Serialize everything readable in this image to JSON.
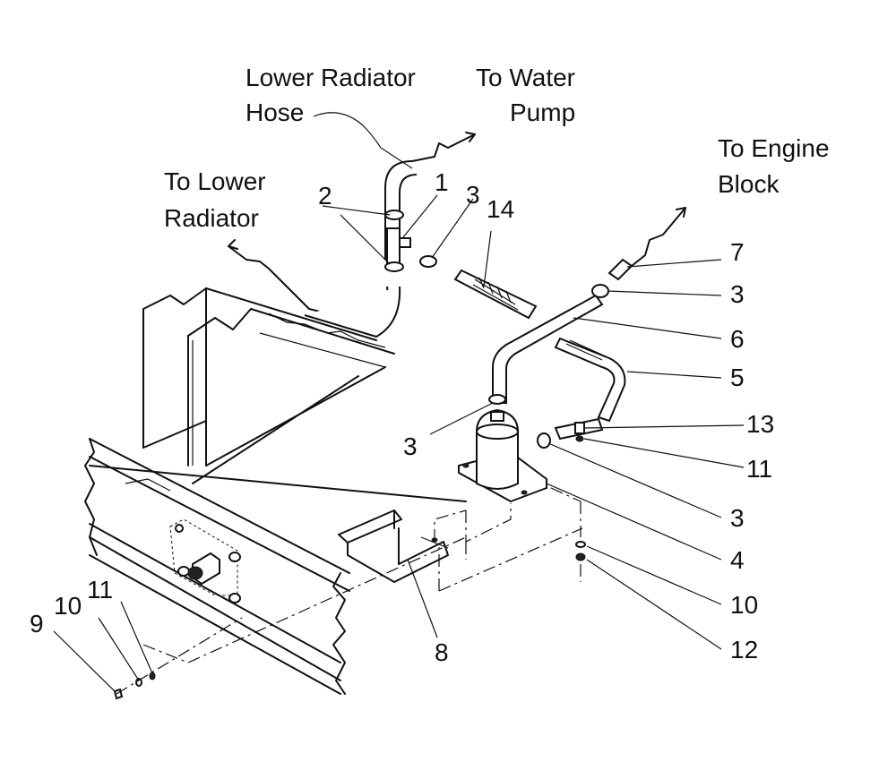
{
  "callouts": {
    "lower_radiator_hose": [
      "Lower Radiator",
      "Hose"
    ],
    "to_water_pump": [
      "To Water",
      "Pump"
    ],
    "to_engine_block": [
      "To Engine",
      "Block"
    ],
    "to_lower_radiator": [
      "To Lower",
      "Radiator"
    ]
  },
  "part_numbers": {
    "p1": "1",
    "p2": "2",
    "p3_top": "3",
    "p14": "14",
    "p7": "7",
    "p3_right_upper": "3",
    "p6": "6",
    "p5": "5",
    "p13": "13",
    "p11_right": "11",
    "p3_left": "3",
    "p3_right_lower": "3",
    "p4": "4",
    "p10_right": "10",
    "p12": "12",
    "p8": "8",
    "p9": "9",
    "p10_left": "10",
    "p11_left": "11"
  }
}
